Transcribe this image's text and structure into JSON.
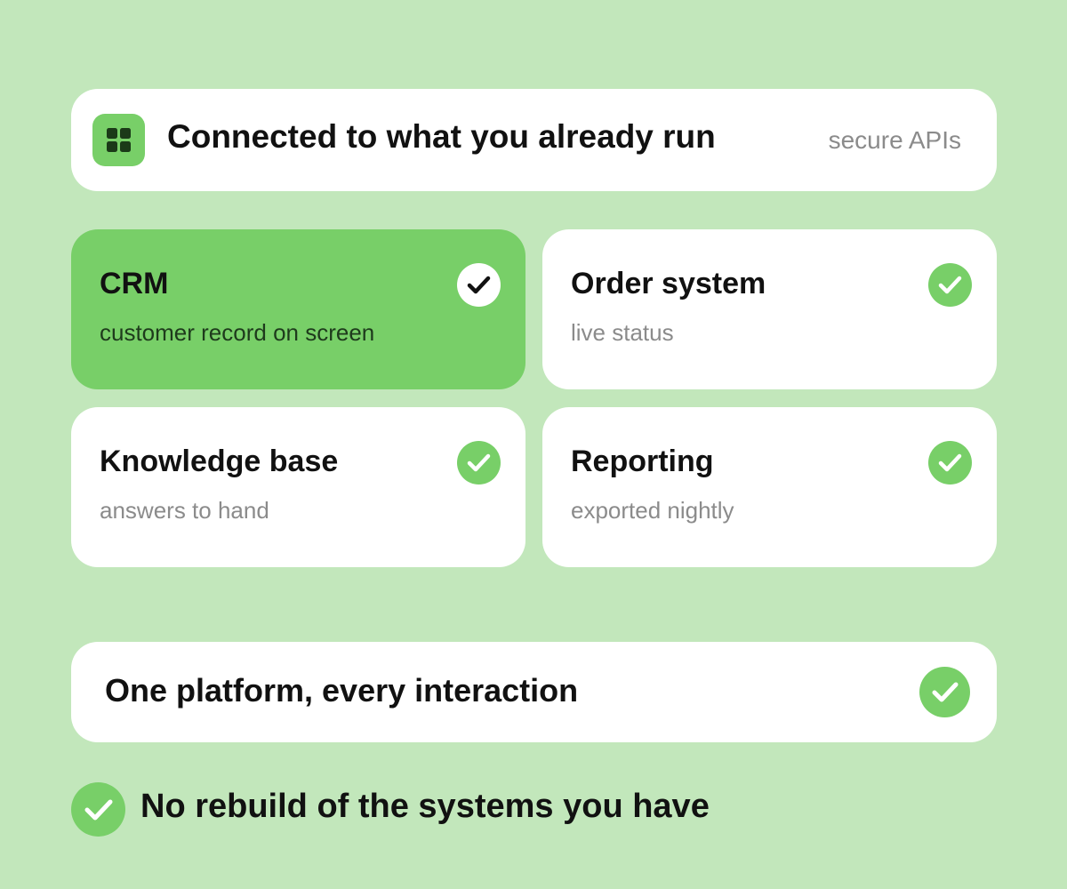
{
  "header": {
    "title": "Connected to what you already run",
    "tag": "secure APIs",
    "icon": "grid-icon"
  },
  "tiles": [
    {
      "title": "CRM",
      "subtitle": "customer record on screen",
      "active": true,
      "status_icon": "check-icon"
    },
    {
      "title": "Order system",
      "subtitle": "live status",
      "active": false,
      "status_icon": "check-icon"
    },
    {
      "title": "Knowledge base",
      "subtitle": "answers to hand",
      "active": false,
      "status_icon": "check-icon"
    },
    {
      "title": "Reporting",
      "subtitle": "exported nightly",
      "active": false,
      "status_icon": "check-icon"
    }
  ],
  "platform": {
    "title": "One platform, every interaction",
    "status_icon": "check-icon"
  },
  "footer": {
    "text": "No rebuild of the systems you have",
    "icon": "check-icon"
  },
  "colors": {
    "background": "#c2e7bb",
    "accent": "#78cf68",
    "card": "#ffffff",
    "text": "#111111",
    "muted": "#8b8b8b"
  }
}
